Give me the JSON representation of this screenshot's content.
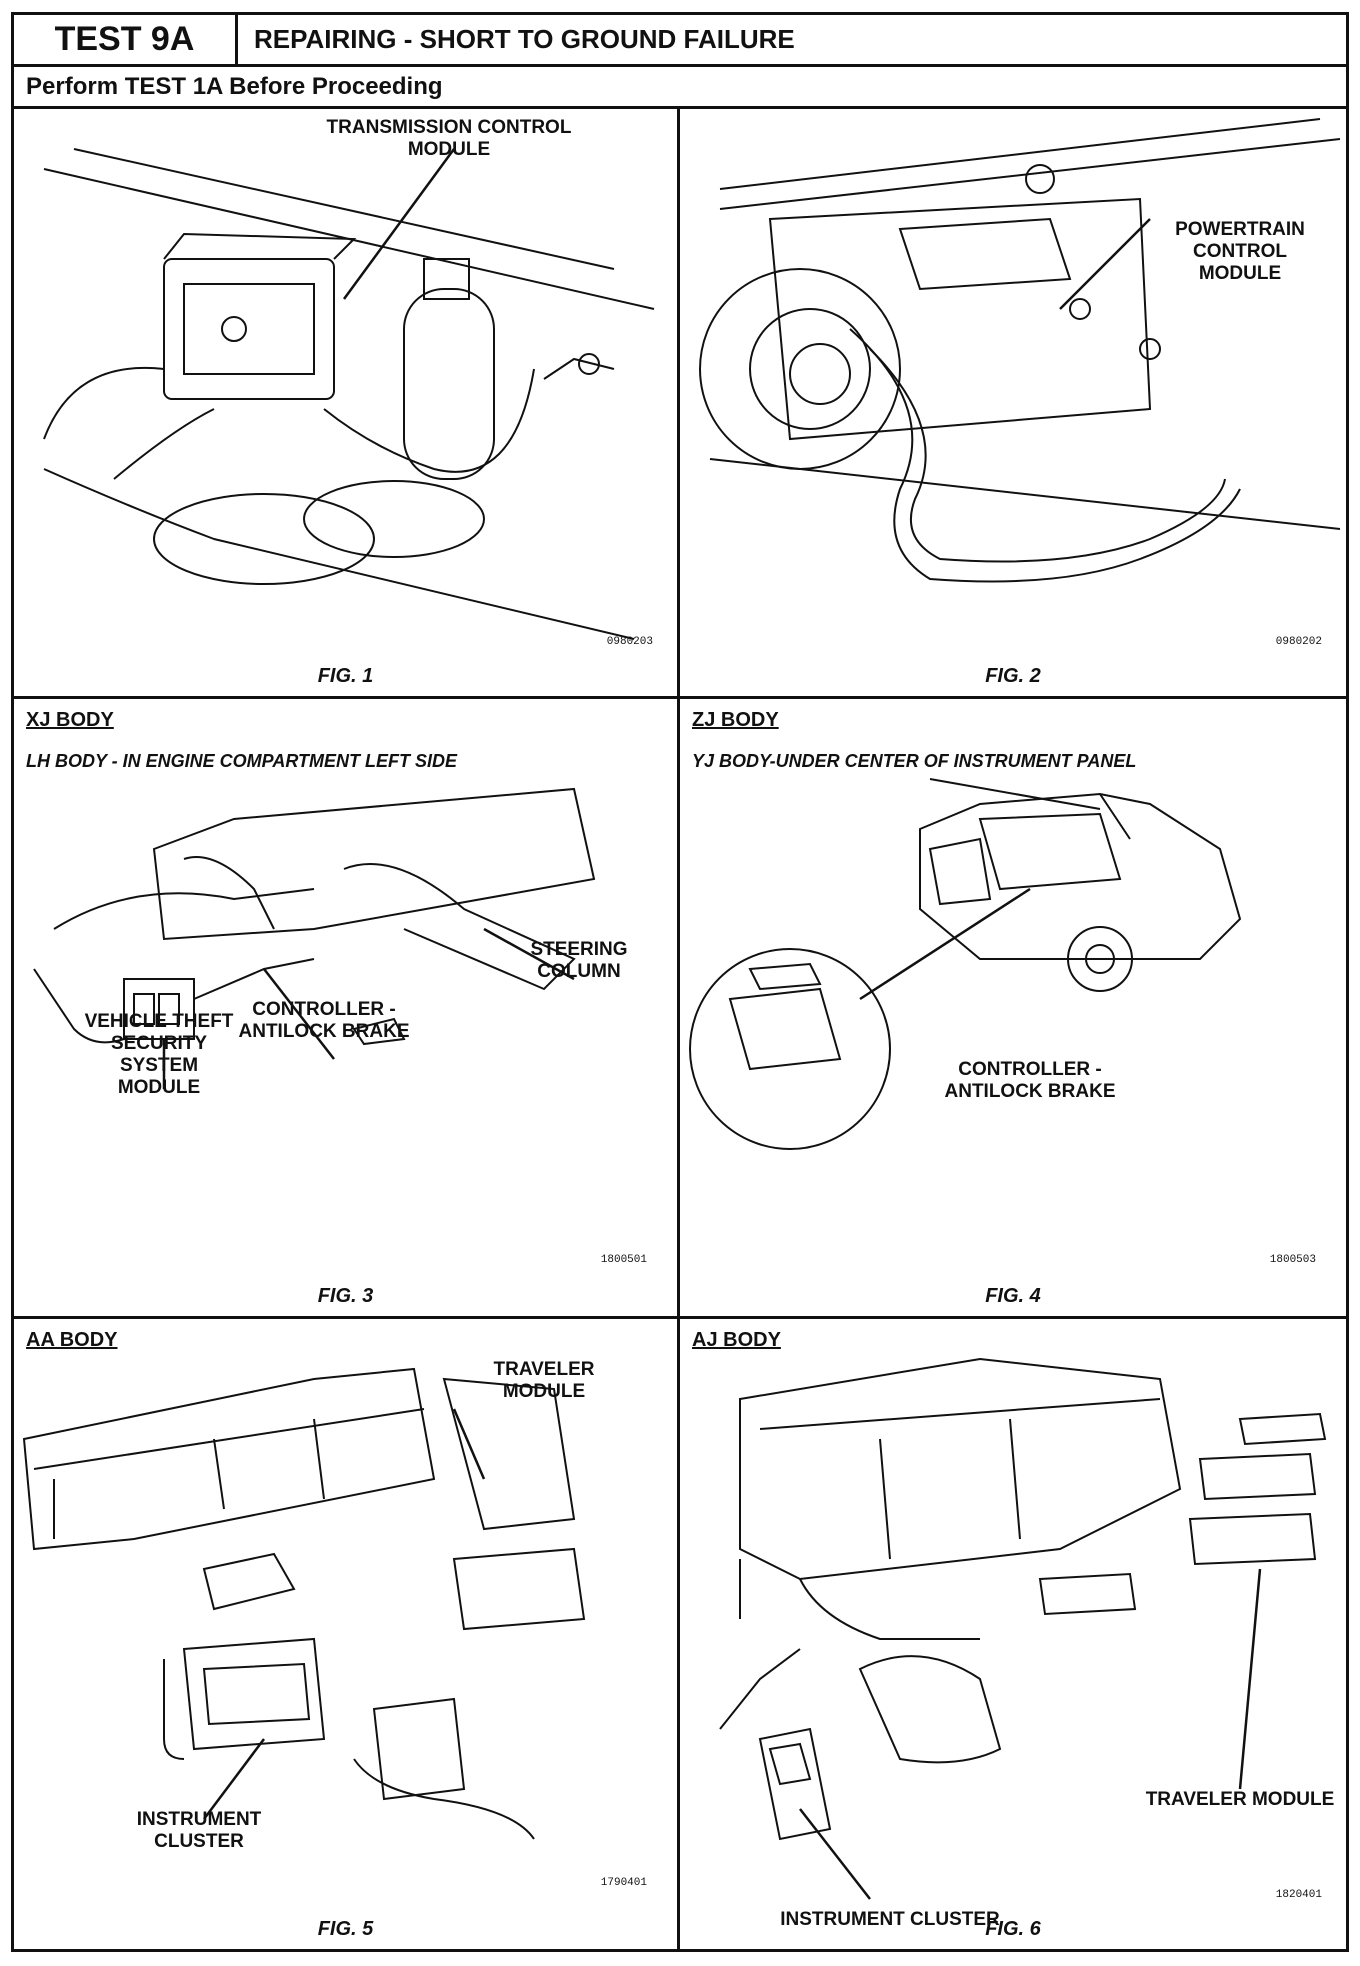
{
  "header": {
    "test_number": "TEST 9A",
    "title": "REPAIRING - SHORT TO GROUND FAILURE",
    "subheading": "Perform TEST 1A Before Proceeding"
  },
  "figures": [
    {
      "figure_label": "FIG. 1",
      "code": "0980203",
      "callouts": [
        "TRANSMISSION CONTROL MODULE"
      ]
    },
    {
      "figure_label": "FIG. 2",
      "code": "0980202",
      "callouts": [
        "POWERTRAIN CONTROL MODULE"
      ]
    },
    {
      "figure_label": "FIG. 3",
      "code": "1800501",
      "body": "XJ BODY",
      "location": "LH BODY - IN ENGINE COMPARTMENT LEFT SIDE",
      "callouts": [
        "STEERING COLUMN",
        "CONTROLLER - ANTILOCK BRAKE",
        "VEHICLE THEFT SECURITY SYSTEM MODULE"
      ]
    },
    {
      "figure_label": "FIG. 4",
      "code": "1800503",
      "body": "ZJ BODY",
      "location": "YJ BODY-UNDER CENTER OF INSTRUMENT PANEL",
      "callouts": [
        "CONTROLLER - ANTILOCK BRAKE"
      ]
    },
    {
      "figure_label": "FIG. 5",
      "code": "1790401",
      "body": "AA BODY",
      "callouts": [
        "TRAVELER MODULE",
        "INSTRUMENT CLUSTER"
      ]
    },
    {
      "figure_label": "FIG. 6",
      "code": "1820401",
      "body": "AJ BODY",
      "callouts": [
        "INSTRUMENT CLUSTER",
        "TRAVELER MODULE"
      ]
    }
  ]
}
